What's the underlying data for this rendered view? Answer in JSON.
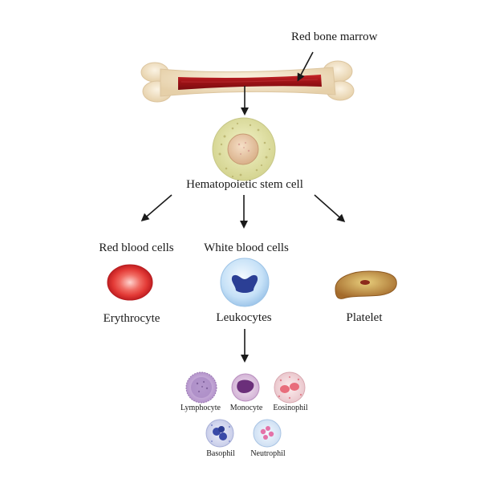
{
  "labels": {
    "marrow": "Red bone marrow",
    "stem_cell": "Hematopoietic stem cell",
    "rbc_group": "Red blood cells",
    "wbc_group": "White blood cells",
    "erythrocyte": "Erythrocyte",
    "leukocytes": "Leukocytes",
    "platelet": "Platelet",
    "lymphocyte": "Lymphocyte",
    "monocyte": "Monocyte",
    "eosinophil": "Eosinophil",
    "basophil": "Basophil",
    "neutrophil": "Neutrophil"
  },
  "colors": {
    "bone": "#f1e2c6",
    "marrow": "#a5161b",
    "erythrocyte": "#e33a36",
    "leukocyte": "#bcdcf5",
    "nucleus": "#2b3f95",
    "platelet": "#c79a4a",
    "stem_outer": "#dede9f",
    "stem_nucleus": "#e8c8a4"
  }
}
